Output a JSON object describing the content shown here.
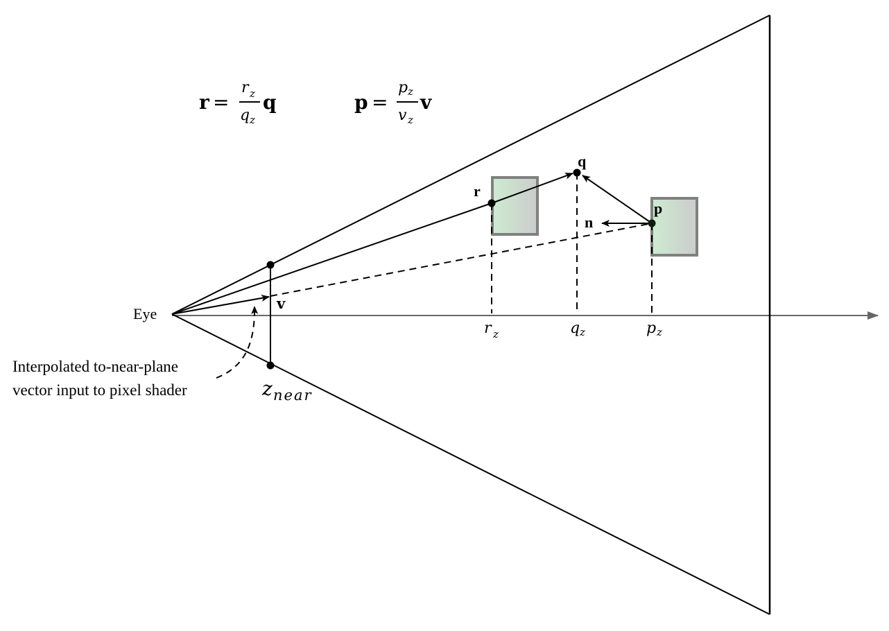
{
  "diagram": {
    "title": "View frustum depth reconstruction",
    "colors": {
      "line": "#000000",
      "axis": "#666666",
      "box_border": "#808080",
      "box_fill_left": "#cdebd0",
      "box_fill_right": "#cccccc",
      "background": "#ffffff"
    },
    "labels": {
      "eye": "Eye",
      "z_near_main": "z",
      "z_near_sub": "near",
      "v": "v",
      "r": "r",
      "q": "q",
      "p": "p",
      "n": "n",
      "r_z_main": "r",
      "r_z_sub": "z",
      "q_z_main": "q",
      "q_z_sub": "z",
      "p_z_main": "p",
      "p_z_sub": "z",
      "annotation_line1": "Interpolated to-near-plane",
      "annotation_line2": "vector input to pixel shader"
    },
    "equations": [
      {
        "lhs": "r",
        "equals": "=",
        "num_main": "r",
        "num_sub": "z",
        "den_main": "q",
        "den_sub": "z",
        "rhs": "q"
      },
      {
        "lhs": "p",
        "equals": "=",
        "num_main": "p",
        "num_sub": "z",
        "den_main": "v",
        "den_sub": "z",
        "rhs": "v"
      }
    ]
  }
}
